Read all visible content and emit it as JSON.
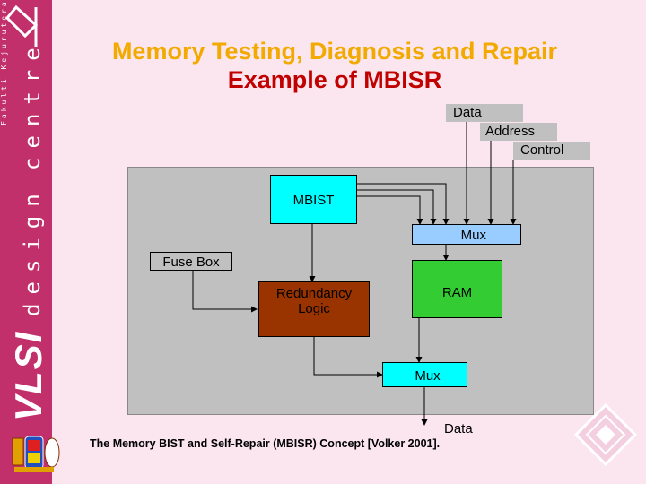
{
  "sidebar": {
    "faculty_text": "Fakulti Kejuruteraan",
    "centre_text": "centre",
    "design_text": "design",
    "brand_text": "VLSI"
  },
  "slide": {
    "title_line1": "Memory Testing, Diagnosis and Repair",
    "title_line2": "Example of MBISR",
    "colors": {
      "title1": "#f2a900",
      "title2": "#c10000",
      "sidebar": "#c1306a",
      "background": "#fbe6ef"
    }
  },
  "diagram": {
    "signals": {
      "data": "Data",
      "address": "Address",
      "control": "Control"
    },
    "mbist": "MBIST",
    "mux_top": "Mux",
    "fuse_box": "Fuse Box",
    "redundancy_line1": "Redundancy",
    "redundancy_line2": "Logic",
    "ram": "RAM",
    "mux_bottom": "Mux",
    "data_out": "Data",
    "colors": {
      "mbist": "#00ffff",
      "mux": "#99ccff",
      "fuse_box": "#c0c0c0",
      "redundancy": "#993300",
      "ram": "#33cc33"
    }
  },
  "caption": "The Memory BIST and Self-Repair (MBISR) Concept [Volker 2001]."
}
